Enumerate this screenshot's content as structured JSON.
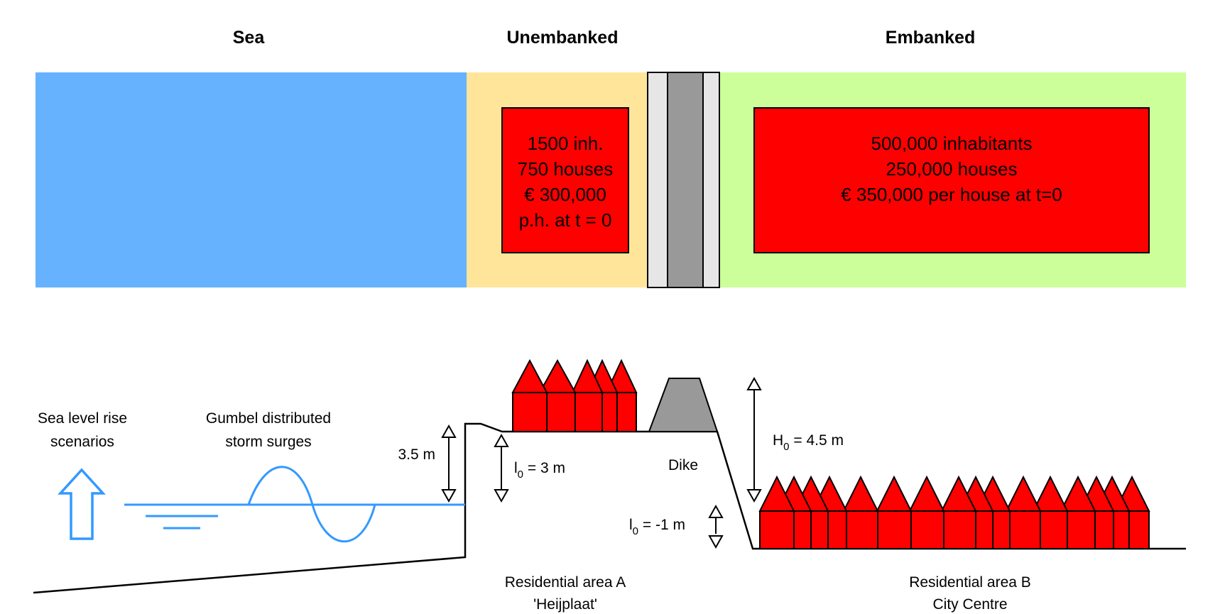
{
  "headers": {
    "sea": "Sea",
    "unembanked": "Unembanked",
    "embanked": "Embanked"
  },
  "box_a": {
    "line1": "1500 inh.",
    "line2": "750 houses",
    "line3": "€ 300,000",
    "line4": "p.h. at t = 0"
  },
  "box_b": {
    "line1": "500,000 inhabitants",
    "line2": "250,000 houses",
    "line3": "€ 350,000 per house at t=0"
  },
  "labels": {
    "slr_line1": "Sea level rise",
    "slr_line2": "scenarios",
    "gumbel_line1": "Gumbel distributed",
    "gumbel_line2": "storm surges",
    "height_35": "3.5 m",
    "l0_a_prefix": "l",
    "l0_a_sub": "0",
    "l0_a_suffix": " = 3 m",
    "dike": "Dike",
    "h0_prefix": "H",
    "h0_sub": "0",
    "h0_suffix": " = 4.5 m",
    "l0_b_prefix": "l",
    "l0_b_sub": "0",
    "l0_b_suffix": " = -1 m",
    "area_a_line1": "Residential area A",
    "area_a_line2": "'Heijplaat'",
    "area_b_line1": "Residential area B",
    "area_b_line2": "City Centre"
  },
  "colors": {
    "sea": "#66b2ff",
    "unembanked": "#ffe59a",
    "embanked": "#ccff99",
    "houses": "#ff0000",
    "dike": "#999999",
    "dike_side": "#e6e6e6",
    "water_line": "#3399ff"
  }
}
